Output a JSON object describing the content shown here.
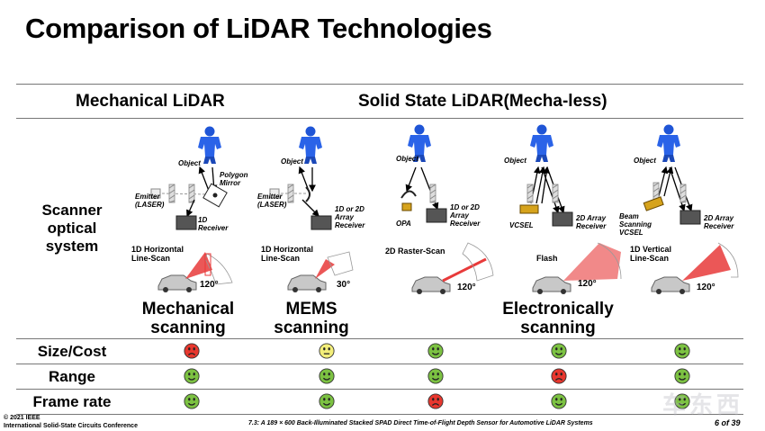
{
  "title": "Comparison of LiDAR Technologies",
  "columns": {
    "mechanical": "Mechanical  LiDAR",
    "solid_state": "Solid State LiDAR(Mecha-less)"
  },
  "rows": {
    "scanner": "Scanner optical system",
    "size_cost": "Size/Cost",
    "range": "Range",
    "frame_rate": "Frame rate"
  },
  "diagrams": [
    {
      "object": "Object",
      "emitter": "Emitter (LASER)",
      "extra": "Polygon Mirror",
      "receiver": "1D Receiver"
    },
    {
      "object": "Object",
      "emitter": "Emitter (LASER)",
      "receiver": "1D or 2D Array Receiver"
    },
    {
      "object": "Object",
      "emitter": "OPA",
      "receiver": "1D or 2D Array Receiver"
    },
    {
      "object": "Object",
      "emitter": "VCSEL",
      "receiver": "2D Array Receiver"
    },
    {
      "object": "Object",
      "emitter": "Beam Scanning VCSEL",
      "receiver": "2D Array Receiver"
    }
  ],
  "scans": [
    {
      "label": "1D Horizontal Line-Scan",
      "angle": "120°"
    },
    {
      "label": "1D Horizontal Line-Scan",
      "angle": "30°"
    },
    {
      "label": "2D Raster-Scan",
      "angle": "120°"
    },
    {
      "label": "Flash",
      "angle": "120°"
    },
    {
      "label": "1D Vertical Line-Scan",
      "angle": "120°"
    }
  ],
  "scanning_types": {
    "mechanical": "Mechanical scanning",
    "mems": "MEMS scanning",
    "electronic": "Electronically scanning"
  },
  "ratings": {
    "size_cost": [
      "bad",
      "neutral",
      "good",
      "good",
      "good"
    ],
    "range": [
      "good",
      "good",
      "good",
      "bad",
      "good"
    ],
    "frame_rate": [
      "good",
      "good",
      "bad",
      "good",
      "good"
    ]
  },
  "rating_colors": {
    "good": "#7cc242",
    "neutral": "#f3ee7a",
    "bad": "#e8372e"
  },
  "footer": {
    "copyright": "© 2021 IEEE",
    "conference": "International Solid-State Circuits Conference",
    "paper": "7.3: A 189 × 600 Back-Illuminated Stacked SPAD Direct Time-of-Flight Depth Sensor for Automotive LiDAR Systems",
    "page": "6 of 39"
  },
  "watermark": "车东西"
}
